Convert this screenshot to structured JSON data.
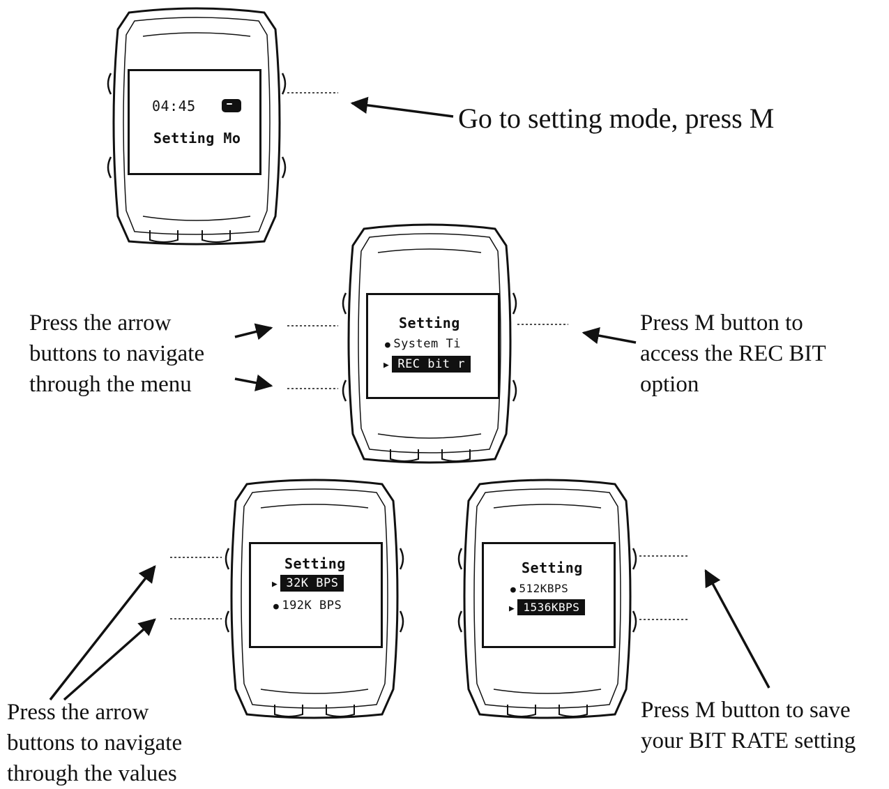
{
  "screens": {
    "s1": {
      "time": "04:45",
      "label": "Setting Mo",
      "battery_icon": "battery-icon"
    },
    "s2": {
      "title": "Setting",
      "item1": "System Ti",
      "item2": "REC bit r"
    },
    "s3": {
      "title": "Setting",
      "item1": "32K BPS",
      "item2": "192K BPS"
    },
    "s4": {
      "title": "Setting",
      "item1": "512KBPS",
      "item2": "1536KBPS"
    }
  },
  "captions": {
    "c1": "Go to setting mode, press M",
    "c2": [
      "Press the arrow",
      "buttons to navigate",
      "through the menu"
    ],
    "c3": [
      "Press M button to",
      "access the REC BIT",
      "option"
    ],
    "c4": [
      "Press the arrow",
      "buttons to navigate",
      "through the values"
    ],
    "c5": [
      "Press M button to save",
      "your BIT RATE setting"
    ]
  },
  "colors": {
    "ink": "#111111",
    "paper": "#ffffff"
  }
}
